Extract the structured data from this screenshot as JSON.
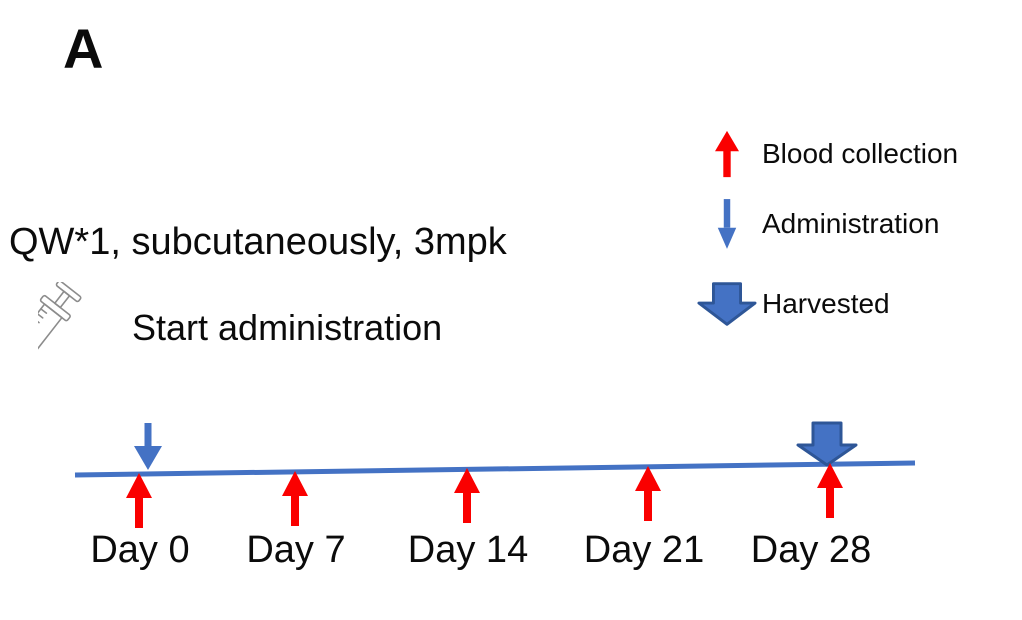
{
  "panel_label": "A",
  "dose_note": "QW*1, subcutaneously, 3mpk",
  "start_label": "Start administration",
  "legend": {
    "items": [
      {
        "icon": "blood-collection-arrow-icon",
        "label": "Blood collection"
      },
      {
        "icon": "administration-arrow-icon",
        "label": "Administration"
      },
      {
        "icon": "harvested-arrow-icon",
        "label": "Harvested"
      }
    ]
  },
  "timeline": {
    "days": [
      {
        "label": "Day 0"
      },
      {
        "label": "Day 7"
      },
      {
        "label": "Day 14"
      },
      {
        "label": "Day 21"
      },
      {
        "label": "Day 28"
      }
    ],
    "events": {
      "administration_day": "Day 0",
      "harvested_day": "Day 28",
      "blood_collection_days": [
        "Day 0",
        "Day 7",
        "Day 14",
        "Day 21",
        "Day 28"
      ]
    }
  },
  "colors": {
    "blood_red": "#FA0000",
    "admin_blue": "#4472C4",
    "harvest_fill": "#4472C4",
    "harvest_border": "#2E5697",
    "text": "#0B0B0B"
  }
}
